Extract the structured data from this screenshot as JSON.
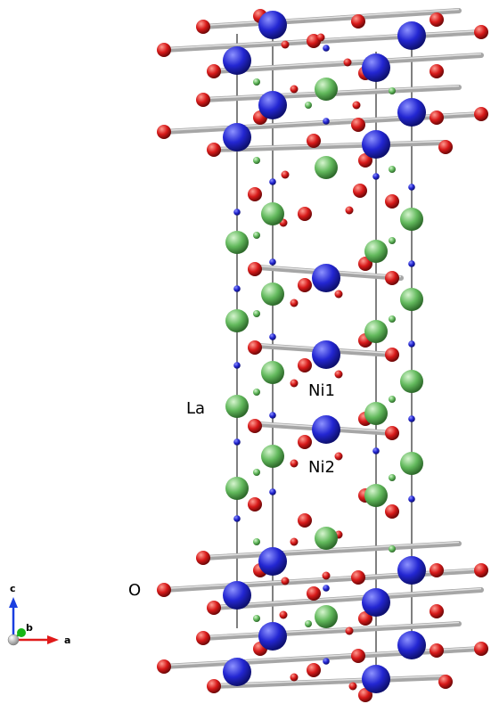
{
  "labels": {
    "la": "La",
    "ni1": "Ni1",
    "ni2": "Ni2",
    "o": "O"
  },
  "axes": {
    "c": "c",
    "b": "b",
    "a": "a"
  },
  "colors": {
    "la": "#5fb55a",
    "la_light": "#c8eec2",
    "ni": "#1f22c8",
    "ni_light": "#7d84ff",
    "o": "#d81a1a",
    "o_light": "#ff8a80",
    "bond": "#a6a6a6",
    "cell": "#4a4a4a",
    "axis_c": "#1a3fe0",
    "axis_a": "#e01a1a",
    "axis_b": "#15b515"
  }
}
